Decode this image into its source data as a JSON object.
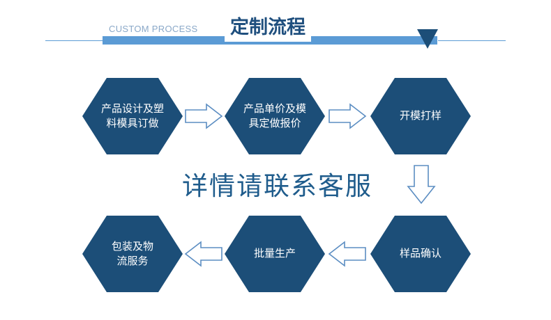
{
  "header": {
    "subtitle_en": "CUSTOM PROCESS",
    "title_cn": "定制流程"
  },
  "steps": [
    {
      "line1": "产品设计及塑",
      "line2": "料模具订做"
    },
    {
      "line1": "产品单价及模",
      "line2": "具定做报价"
    },
    {
      "line1": "开模打样",
      "line2": ""
    },
    {
      "line1": "样品确认",
      "line2": ""
    },
    {
      "line1": "批量生产",
      "line2": ""
    },
    {
      "line1": "包装及物",
      "line2": "流服务"
    }
  ],
  "contact_text": "详情请联系客服",
  "colors": {
    "hexagon_fill": "#1c4e78",
    "accent_blue": "#5b9bd5",
    "arrow_outline": "#5b8dc2",
    "title_text": "#1f4f7e",
    "contact_text": "#1f5c8c"
  }
}
